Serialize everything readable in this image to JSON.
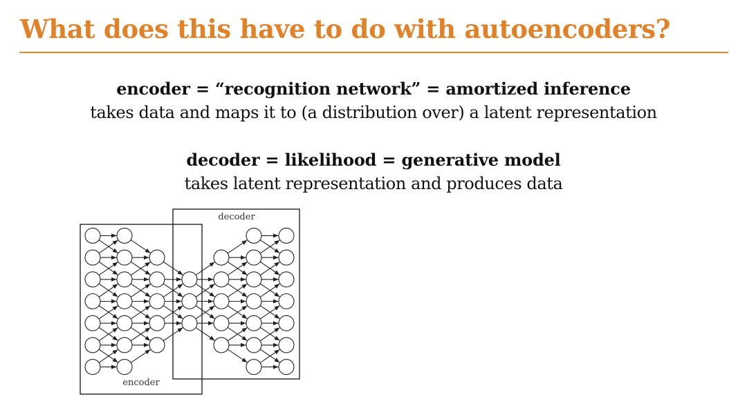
{
  "slide": {
    "title": "What does this have to do with autoencoders?",
    "accent_color": "#e0822a"
  },
  "encoder_block": {
    "heading": "encoder = “recognition network” = amortized inference",
    "description": "takes data and maps it to (a distribution over) a latent representation"
  },
  "decoder_block": {
    "heading": "decoder = likelihood = generative model",
    "description": "takes latent representation and produces data"
  },
  "diagram": {
    "encoder_label": "encoder",
    "decoder_label": "decoder",
    "layer_sizes": [
      7,
      7,
      5,
      3,
      5,
      7,
      7
    ]
  }
}
